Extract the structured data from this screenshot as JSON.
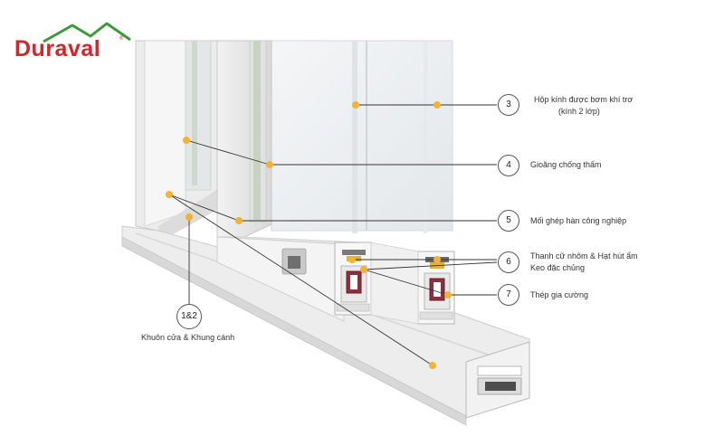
{
  "brand": {
    "name": "Duraval",
    "registered": "®",
    "color": "#d8232a",
    "roof_color": "#3a9a3a"
  },
  "colors": {
    "marker": "#f3b233",
    "leader": "#333333",
    "badge_border": "#555555"
  },
  "callouts": [
    {
      "id": "3",
      "label": "Hộp kính được bơm khí trơ",
      "label2": "(kính 2 lớp)"
    },
    {
      "id": "4",
      "label": "Gioăng chống thấm"
    },
    {
      "id": "5",
      "label": "Mối ghép hàn công nghiệp"
    },
    {
      "id": "6",
      "label": "Thanh cữ nhôm & Hạt hút ẩm",
      "label2": "Keo đặc chủng"
    },
    {
      "id": "7",
      "label": "Thép gia cường"
    },
    {
      "id": "1&2",
      "label": "Khuôn cửa & Khung cánh"
    }
  ]
}
